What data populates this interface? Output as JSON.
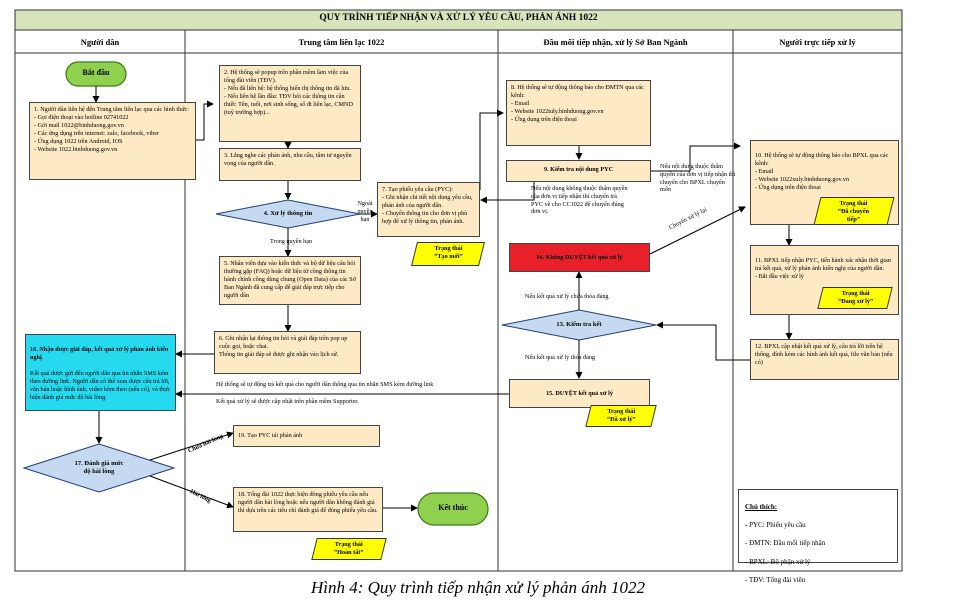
{
  "title": "QUY TRÌNH TIẾP NHẬN VÀ XỬ LÝ YÊU CẦU, PHẢN ÁNH 1022",
  "lanes": [
    "Người dân",
    "Trung tâm liên lạc 1022",
    "Đầu mối tiếp nhận, xử lý Sở Ban Ngành",
    "Người trực tiếp xử lý"
  ],
  "start": "Bắt đầu",
  "end": "Kết thúc",
  "steps": {
    "s1": "1. Người dân liên hệ đến Trung tâm liên lạc qua các hình thức:\n- Gọi điện thoại vào hotline 02741022\n- Gởi mail 1022@binhduong.gov.vn\n- Các ứng dụng trên internet: zalo, facebook, viber\n- Ứng dụng 1022 trên Android, IOS\n- Website 1022.binhduong.gov.vn",
    "s2": "2. Hệ thống sẽ popup trên phần mềm làm việc của tổng đài viên (TĐV).\n- Nếu đã liên hệ: hệ thống hiển thị thông tin đã lưu.\n- Nếu liên hệ lần đầu: TĐV hỏi các thông tin cần thiết: Tên, tuổi, nơi sinh sống, số đt liên lạc, CMND (tuỳ trường hợp)...",
    "s3": "3. Lắng nghe các phản ánh, nhu cầu, tâm tư nguyện vọng của người dân.",
    "s4": "4. Xử lý thông tin",
    "s5": "5. Nhân viên dựa vào kiến thức và bộ dữ liệu câu hỏi thường gặp (FAQ) hoặc dữ liệu từ công thông tin hành chính công dùng chung (Open Data) của các Sở Ban Ngành đã cung cấp để giải đáp trực tiếp cho người dân",
    "s6": "6. Ghi nhận lại thông tin hỏi và giải đáp trên pop up cuộc gọi, hoặc chat.\nThông tin giải đáp sẽ được ghi nhận vào lịch sử.",
    "s7": "7. Tạo phiếu yêu cầu (PYC):\n- Ghi nhận chi tiết nội dung yêu cầu, phản ánh của người dân.\n- Chuyển thông tin cho đơn vị phù hợp để xử lý thông tin, phản ánh.",
    "s8": "8. Hệ thống sẽ tự động thông báo cho ĐMTN qua các kênh:\n- Email\n- Website 1022tuly.binhduong.gov.vn\n- Ứng dụng trên điện thoại",
    "s9": "9. Kiểm tra nội dung PYC",
    "s10": "10. Hệ thống sẽ tự động thông báo cho BPXL qua các kênh:\n- Email\n- Website 1022xuly.binhduong.gov.vn\n- Ứng dụng trên điện thoại",
    "s11": "11. BPXL tiếp nhận PYC, tiến hành xác nhận thời gian trả kết quả, xử lý phản ánh kiến nghị của người dân.\n- Bắt đầu việc xử lý",
    "s12": "12. BPXL cập nhật kết quả xử lý, câu trả lời trên hệ thống, đính kèm các hình ảnh kết quả, file văn bản (nếu có)",
    "s13": "13. Kiểm tra kết",
    "s14": "14. Không DUYỆT kết quả xử lý",
    "s15": "15. DUYỆT kết quả xử lý",
    "s16_title": "16. Nhận được giải đáp, kết quả xử lý phản ánh kiến nghị.",
    "s16_body": "Kết quả được gửi đến người dân qua tin nhắn SMS kèm theo đường link. Người dân có thể xem được câu trả lời, văn bản hoặc hình ảnh, video kèm theo (nếu có), và thực hiện đánh giá mức độ hài lòng.",
    "s17": "17. Đánh giá mức\nđộ hài lòng",
    "s18": "18. Tổng đài 1022 thực hiện đóng phiếu yêu cầu nếu người dân hài lòng hoặc nếu người dân không đánh giá thì dựa trên các tiêu chí đánh giá để đóng phiếu yêu cầu.",
    "s19": "19. Tạo PYC tái phản ánh"
  },
  "statuses": {
    "st7": "Trạng thái\n“Tạo mới”",
    "st10": "Trạng thái\n“Đã chuyển\ntiếp”",
    "st11": "Trạng thái\n“Đang xử lý”",
    "st15": "Trạng thái\n“Đã xử lý”",
    "st18": "Trạng thái\n“Hoàn tất”"
  },
  "labels": {
    "ngoai_quyen_han": "Ngoài\nquyền\nhạn",
    "trong_quyen_han": "Trong quyền hạn",
    "neu_thuoc_tham_quyen": "Nếu nội dung thuộc thẩm quyền của đơn vị tiếp nhận thì chuyển cho BPXL chuyên môn",
    "neu_khong_thuoc": "Nếu nội dung không thuộc thẩm quyền của đơn vị tiếp nhận thì chuyển trả PYC về cho CC1022 để chuyển đúng đơn vị.",
    "chuyen_xu_ly_lai": "Chuyển xử lý lại",
    "neu_chua_thoa_dang": "Nếu kết quả xử lý     chưa thỏa đáng",
    "neu_thoa_dang": "Nếu kết quả xử lý     thỏa đáng",
    "sms_note": "Hệ thống sẽ tự động trả kết quả cho người dân thông qua tin nhắn SMS kèm đường link",
    "supporter_note": "Kết quả xử lý sẽ được cập nhật trên  phần mềm Supporter.",
    "chua_hai_long": "Chưa hài lòng",
    "hai_long": "Hài lòng"
  },
  "legend": {
    "title": "Chú thích:",
    "items": [
      "- PYC: Phiếu yêu cầu",
      "- ĐMTN: Đầu mối tiếp nhận",
      "- BPXL: Bộ phận xử lý",
      "- TĐV: Tổng đài viên"
    ]
  },
  "caption": "Hình 4: Quy trình tiếp nhận xử lý phản ánh 1022",
  "colors": {
    "title_bar": "#d8e4bc",
    "box": "#fde9c4",
    "cyan": "#25d9ef",
    "red": "#e8202a",
    "status": "#ffff00",
    "pill": "#8fd14f",
    "diamond": "#c5d9f1"
  }
}
